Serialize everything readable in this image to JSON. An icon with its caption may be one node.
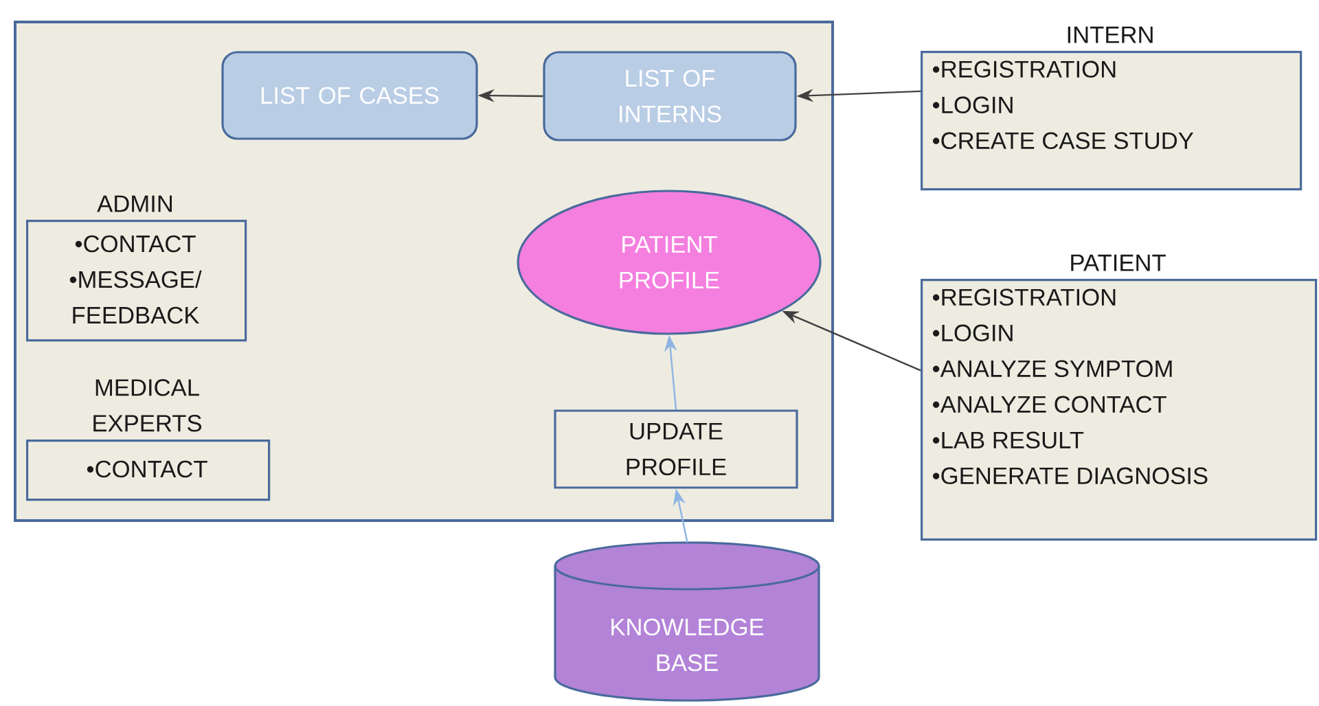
{
  "diagram": {
    "nodes": [
      {
        "text": [],
        "shape": "box"
      },
      {
        "text": [
          "LIST OF CASES"
        ],
        "in": 0
      },
      {
        "text": [
          "LIST OF INTERNS"
        ],
        "in": 0
      },
      {
        "text": [
          "ADMIN",
          "•CONTACT",
          "•MESSAGE/ FEEDBACK"
        ],
        "in": 0
      },
      {
        "text": [
          "MEDICAL EXPERTS",
          "•CONTACT"
        ],
        "in": 0
      },
      {
        "text": [
          "PATIENT PROFILE"
        ],
        "in": 0
      },
      {
        "text": [
          "UPDATE PROFILE"
        ],
        "in": 0
      },
      {
        "text": [
          "INTERN",
          "•REGISTRATION",
          "•LOGIN",
          "•CREATE CASE STUDY"
        ]
      },
      {
        "text": [
          "PATIENT",
          "•REGISTRATION",
          "•LOGIN",
          "•ANALYZE SYMPTOM",
          "•ANALYZE CONTACT",
          "•LAB RESULT",
          "•GENERATE DIAGNOSIS"
        ]
      },
      {
        "text": [
          "KNOWLEDGE BASE"
        ]
      }
    ],
    "edges": [
      {
        "from": 2,
        "to": 1,
        "arrow": "to"
      },
      {
        "from": 7,
        "to": 2,
        "arrow": "to"
      },
      {
        "from": 8,
        "to": 5,
        "arrow": "to"
      },
      {
        "from": 6,
        "to": 5,
        "arrow": "to",
        "color": "#8eb4e3"
      },
      {
        "from": 9,
        "to": 6,
        "arrow": "to",
        "color": "#8eb4e3"
      }
    ]
  }
}
